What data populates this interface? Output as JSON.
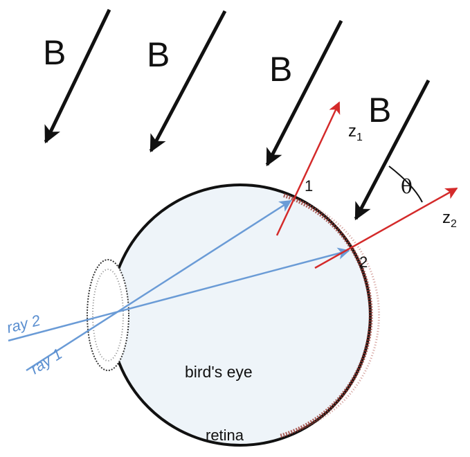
{
  "field": {
    "label": "B",
    "arrow_count": 4
  },
  "points": [
    {
      "label": "1"
    },
    {
      "label": "2"
    }
  ],
  "axes": [
    {
      "symbol": "z",
      "subscript": "1"
    },
    {
      "symbol": "z",
      "subscript": "2"
    }
  ],
  "angle": {
    "symbol": "θ"
  },
  "rays": [
    {
      "label": "ray 1"
    },
    {
      "label": "ray 2"
    }
  ],
  "eye": {
    "label": "bird's eye"
  },
  "retina": {
    "label": "retina"
  },
  "colors": {
    "field_arrow": "#111111",
    "axis_arrow": "#d42a2a",
    "ray": "#6a9bd6",
    "eye_fill": "#eef4f9",
    "eye_outline": "#111111",
    "retina_tint": "#9b3a32"
  }
}
